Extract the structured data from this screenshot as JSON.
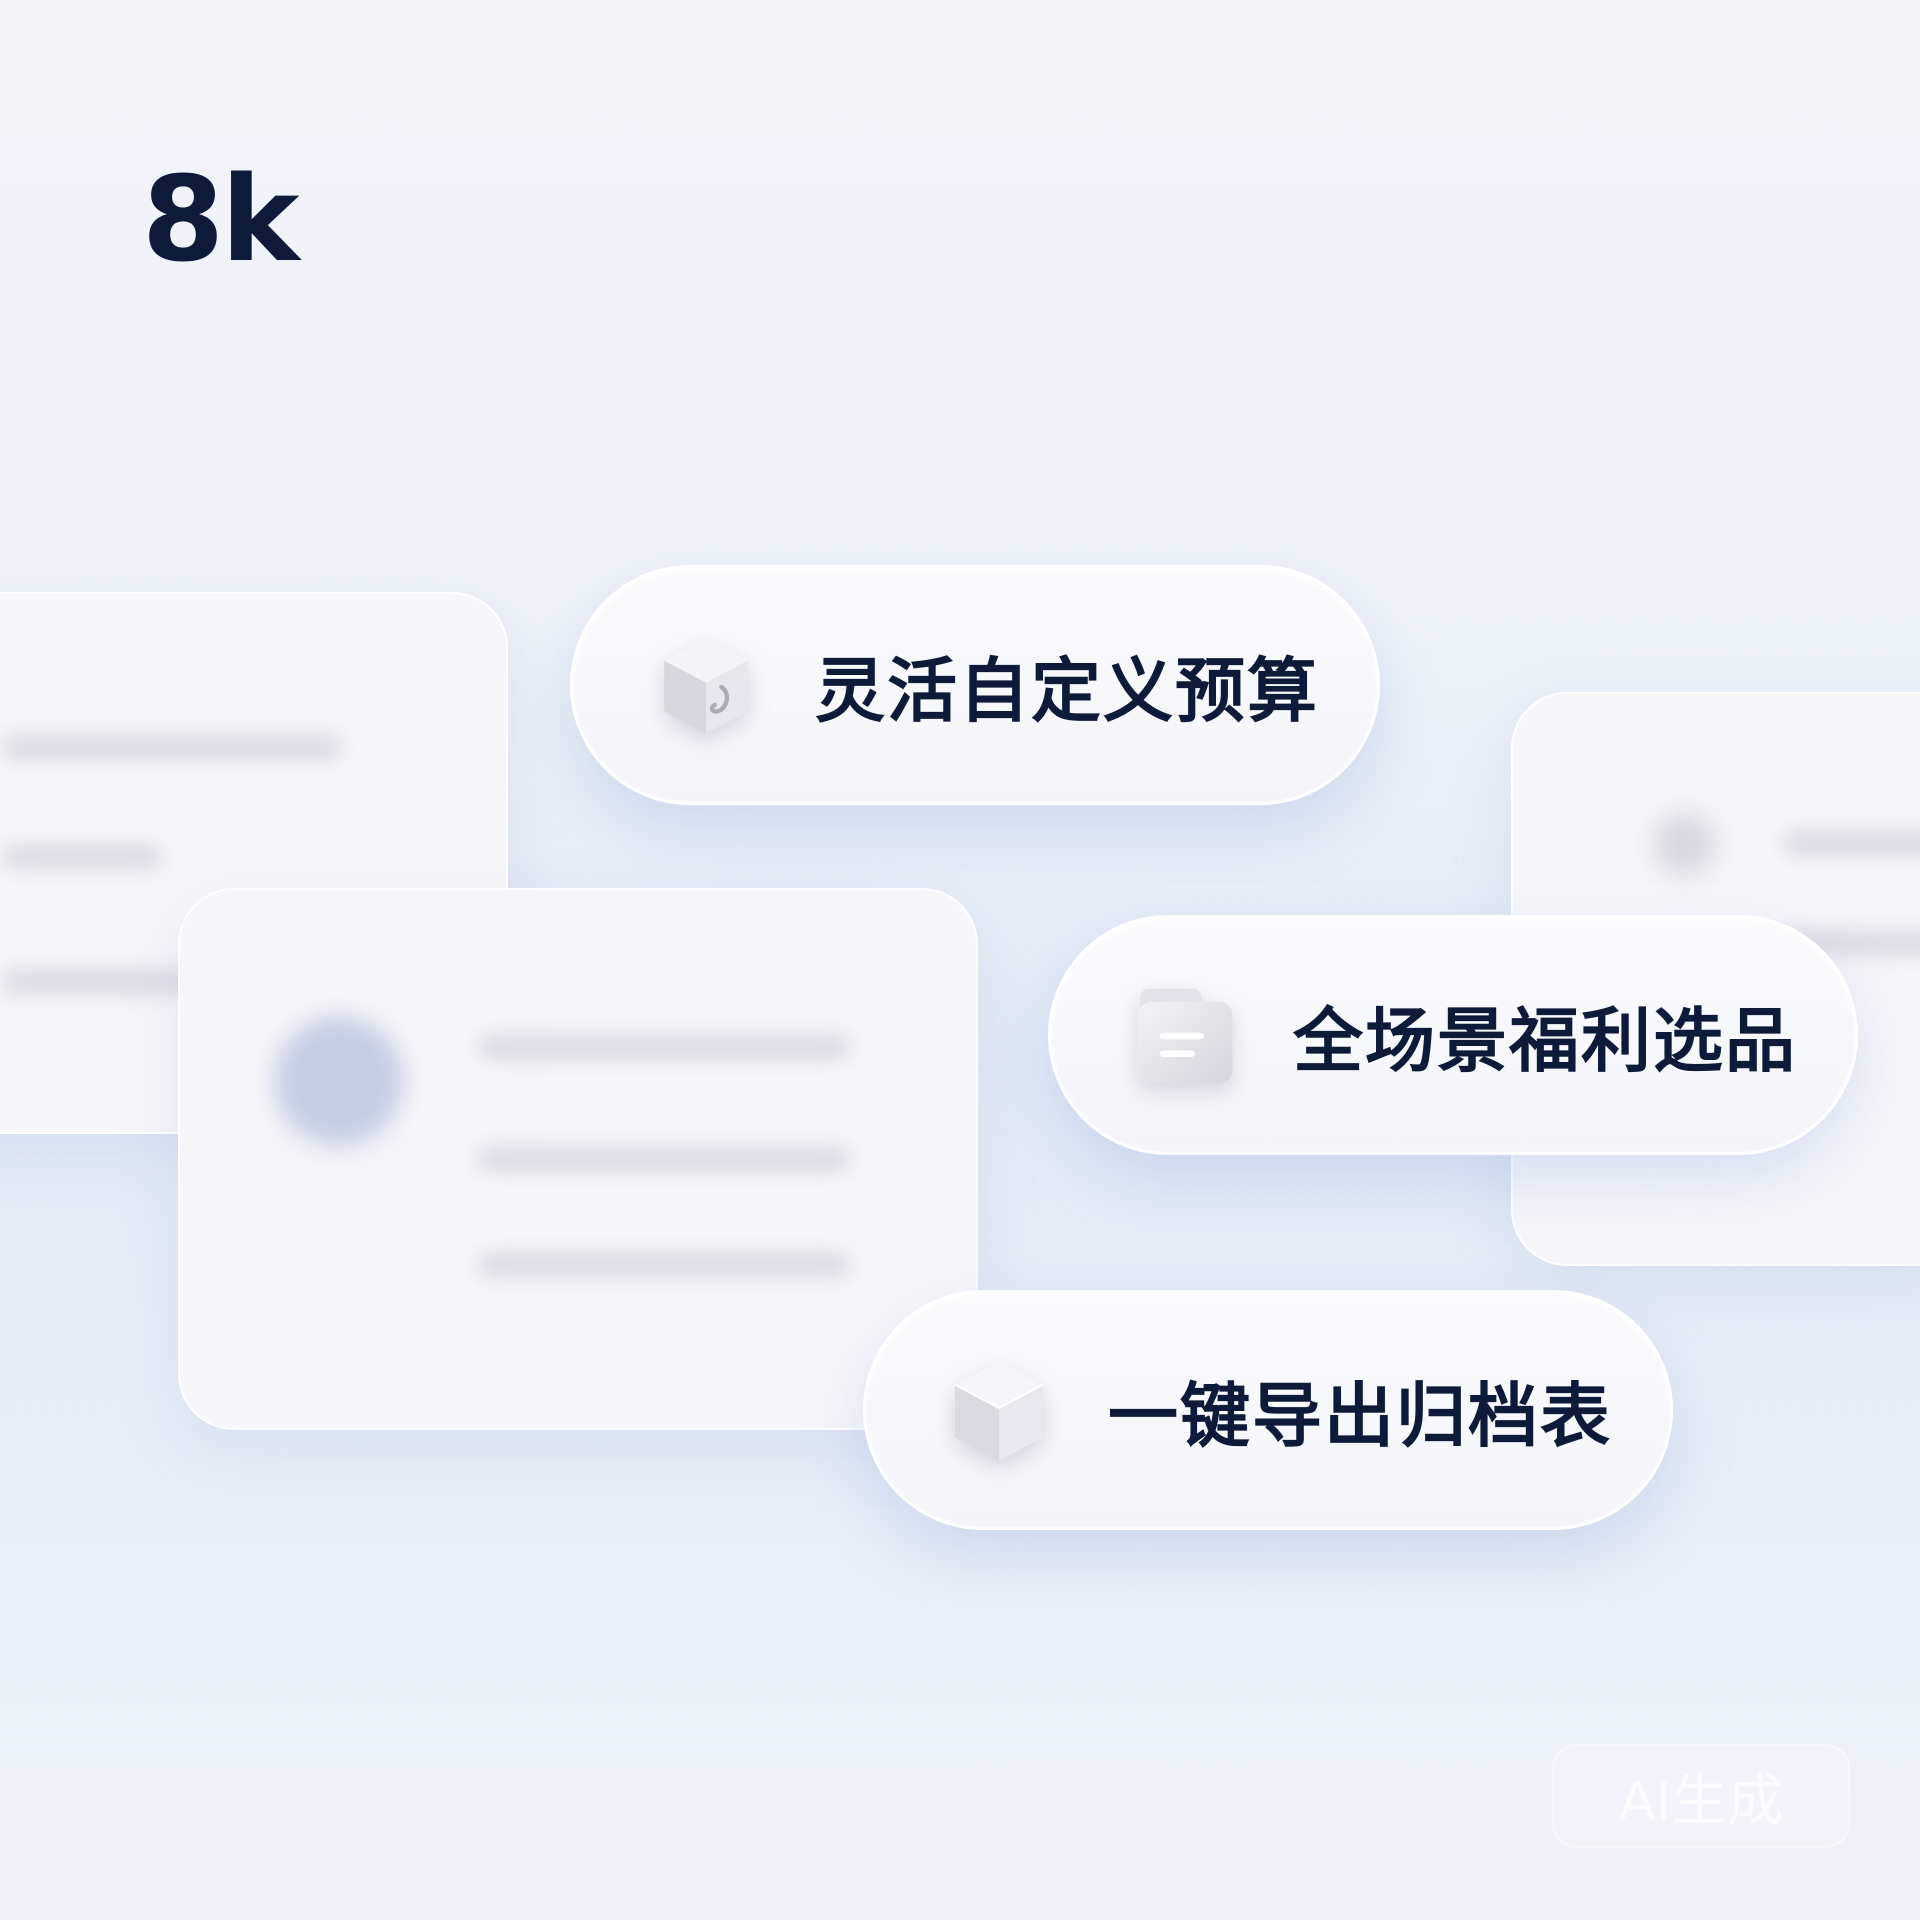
{
  "headline": "8k",
  "features": [
    {
      "label": "灵活自定义预算",
      "icon": "budget-cube-icon"
    },
    {
      "label": "全场景福利选品",
      "icon": "document-card-icon"
    },
    {
      "label": "一键导出归档表",
      "icon": "box-cube-icon"
    }
  ],
  "watermark": "AI生成",
  "colors": {
    "text": "#0d1a3a",
    "background": "#eef2f8",
    "accent_blur": "#c5cde3"
  }
}
